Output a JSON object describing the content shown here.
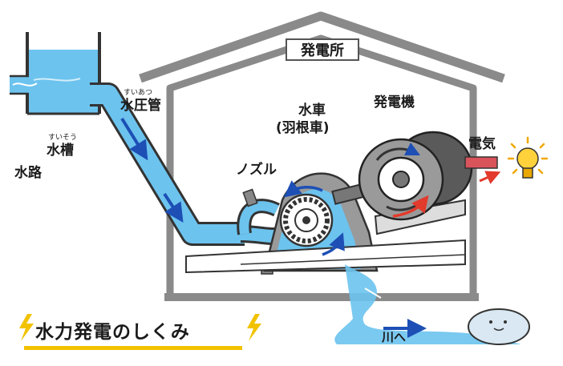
{
  "diagram": {
    "title": "水力発電のしくみ",
    "building_sign": "発電所",
    "labels": {
      "waterway": "水路",
      "water_tank": "水槽",
      "water_tank_reading": "すいそう",
      "penstock": "水圧管",
      "penstock_reading": "すいあつ",
      "nozzle": "ノズル",
      "water_wheel": "水車",
      "water_wheel_sub": "(羽根車)",
      "generator": "発電機",
      "electricity": "電気",
      "to_river": "川へ"
    },
    "colors": {
      "water": "#6cc3ee",
      "water_dark": "#3f9fd8",
      "flow_arrow": "#1d4fb5",
      "house_outline": "#8a8a8a",
      "machine_gray": "#8c8c8c",
      "cable_red": "#d9535b",
      "bulb_yellow": "#ffd23c",
      "title_underline": "#f2c200"
    }
  }
}
